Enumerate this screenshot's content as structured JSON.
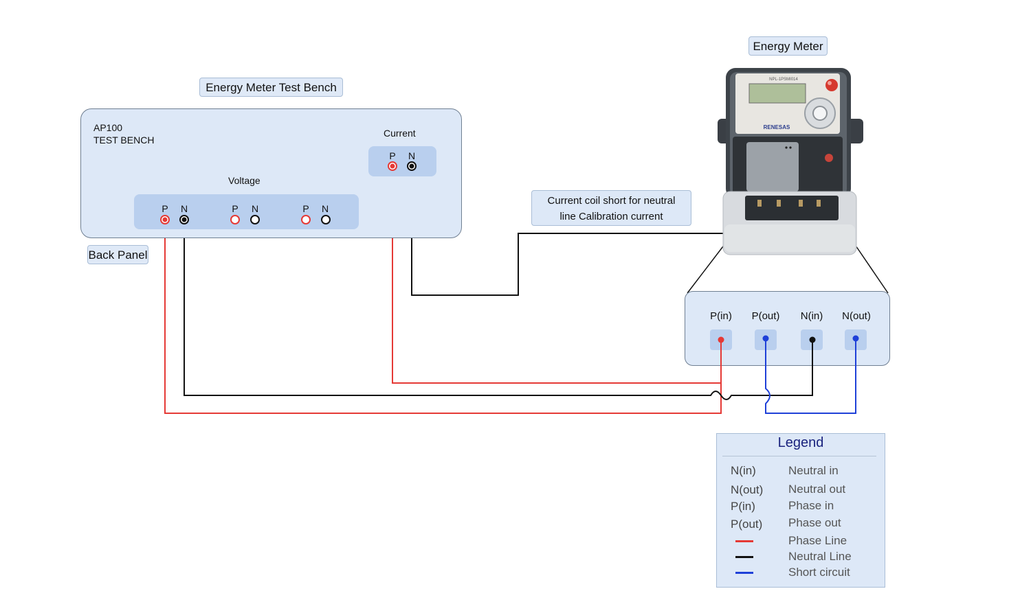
{
  "labels": {
    "bench_title": "Energy Meter Test Bench",
    "meter_title": "Energy Meter",
    "back_panel": "Back Panel",
    "note_line1": "Current coil short for neutral",
    "note_line2": "line Calibration current"
  },
  "bench": {
    "model": "AP100",
    "name": "TEST BENCH",
    "current_label": "Current",
    "voltage_label": "Voltage",
    "current_pins": [
      "P",
      "N"
    ],
    "voltage_pins": [
      [
        "P",
        "N"
      ],
      [
        "P",
        "N"
      ],
      [
        "P",
        "N"
      ]
    ]
  },
  "meter": {
    "model_text": "NPL-1PSMI014",
    "brand": "RENESAS",
    "terminals": [
      "P(in)",
      "P(out)",
      "N(in)",
      "N(out)"
    ]
  },
  "legend": {
    "title": "Legend",
    "items": [
      {
        "key": "N(in)",
        "value": "Neutral in"
      },
      {
        "key": "N(out)",
        "value": "Neutral out"
      },
      {
        "key": "P(in)",
        "value": "Phase in"
      },
      {
        "key": "P(out)",
        "value": "Phase out"
      }
    ],
    "lines": [
      {
        "color": "#e53935",
        "value": "Phase Line"
      },
      {
        "color": "#111111",
        "value": "Neutral Line"
      },
      {
        "color": "#1e40d8",
        "value": "Short circuit"
      }
    ]
  },
  "colors": {
    "phase": "#e53935",
    "neutral": "#111111",
    "short": "#1e40d8"
  }
}
